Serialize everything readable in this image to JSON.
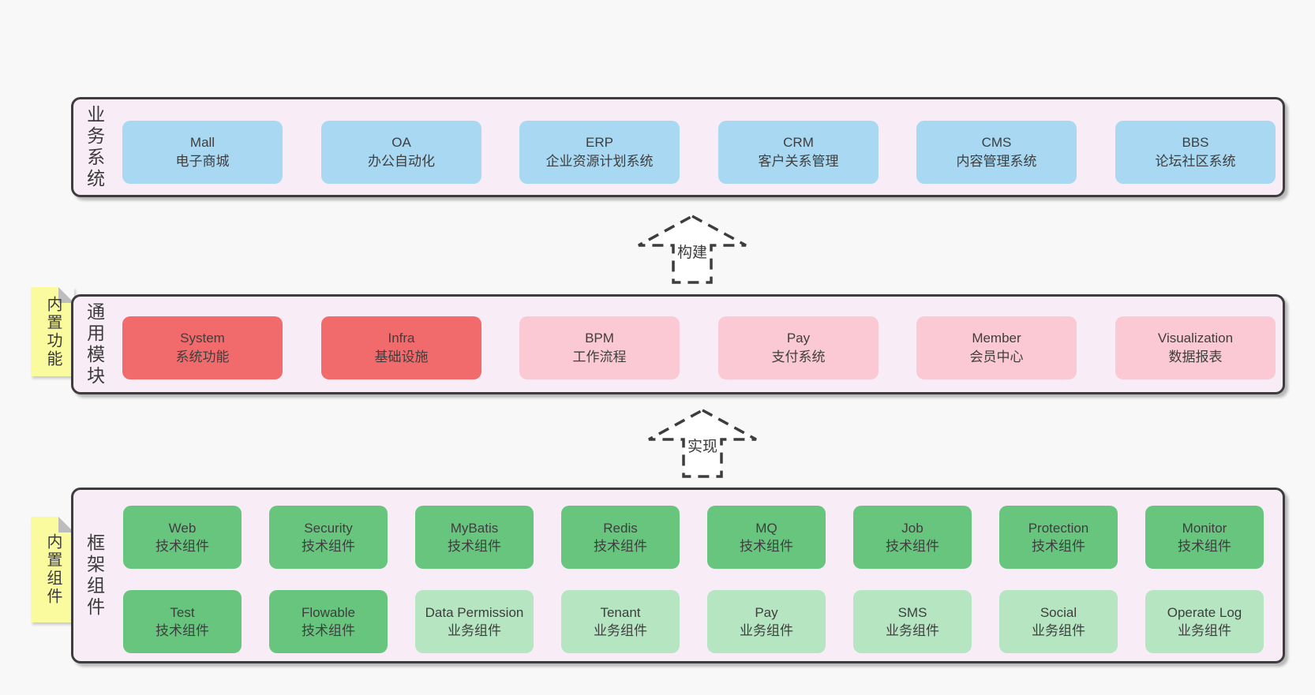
{
  "palette": {
    "page_bg": "#f8f8f8",
    "layer_bg": "#f8edf6",
    "layer_border": "#3d3d3d",
    "business_box_blue": "#a8d8f2",
    "core_module_red": "#f16b6d",
    "module_pink": "#fbc9d3",
    "tech_component_green": "#67c57e",
    "biz_component_green_light": "#b6e5c2",
    "sticky_note_yellow": "#fafb9e",
    "text": "#3b3b3b"
  },
  "layers": [
    {
      "label": "业务系统",
      "boxes": [
        {
          "title": "Mall",
          "subtitle": "电子商城"
        },
        {
          "title": "OA",
          "subtitle": "办公自动化"
        },
        {
          "title": "ERP",
          "subtitle": "企业资源计划系统"
        },
        {
          "title": "CRM",
          "subtitle": "客户关系管理"
        },
        {
          "title": "CMS",
          "subtitle": "内容管理系统"
        },
        {
          "title": "BBS",
          "subtitle": "论坛社区系统"
        }
      ]
    },
    {
      "label": "通用模块",
      "note": "内置功能",
      "boxes": [
        {
          "title": "System",
          "subtitle": "系统功能"
        },
        {
          "title": "Infra",
          "subtitle": "基础设施"
        },
        {
          "title": "BPM",
          "subtitle": "工作流程"
        },
        {
          "title": "Pay",
          "subtitle": "支付系统"
        },
        {
          "title": "Member",
          "subtitle": "会员中心"
        },
        {
          "title": "Visualization",
          "subtitle": "数据报表"
        }
      ]
    },
    {
      "label": "框架组件",
      "note": "内置组件",
      "rows": [
        [
          {
            "title": "Web",
            "subtitle": "技术组件"
          },
          {
            "title": "Security",
            "subtitle": "技术组件"
          },
          {
            "title": "MyBatis",
            "subtitle": "技术组件"
          },
          {
            "title": "Redis",
            "subtitle": "技术组件"
          },
          {
            "title": "MQ",
            "subtitle": "技术组件"
          },
          {
            "title": "Job",
            "subtitle": "技术组件"
          },
          {
            "title": "Protection",
            "subtitle": "技术组件"
          },
          {
            "title": "Monitor",
            "subtitle": "技术组件"
          }
        ],
        [
          {
            "title": "Test",
            "subtitle": "技术组件"
          },
          {
            "title": "Flowable",
            "subtitle": "技术组件"
          },
          {
            "title": "Data Permission",
            "subtitle": "业务组件"
          },
          {
            "title": "Tenant",
            "subtitle": "业务组件"
          },
          {
            "title": "Pay",
            "subtitle": "业务组件"
          },
          {
            "title": "SMS",
            "subtitle": "业务组件"
          },
          {
            "title": "Social",
            "subtitle": "业务组件"
          },
          {
            "title": "Operate Log",
            "subtitle": "业务组件"
          }
        ]
      ]
    }
  ],
  "arrows": [
    {
      "label": "构建"
    },
    {
      "label": "实现"
    }
  ]
}
